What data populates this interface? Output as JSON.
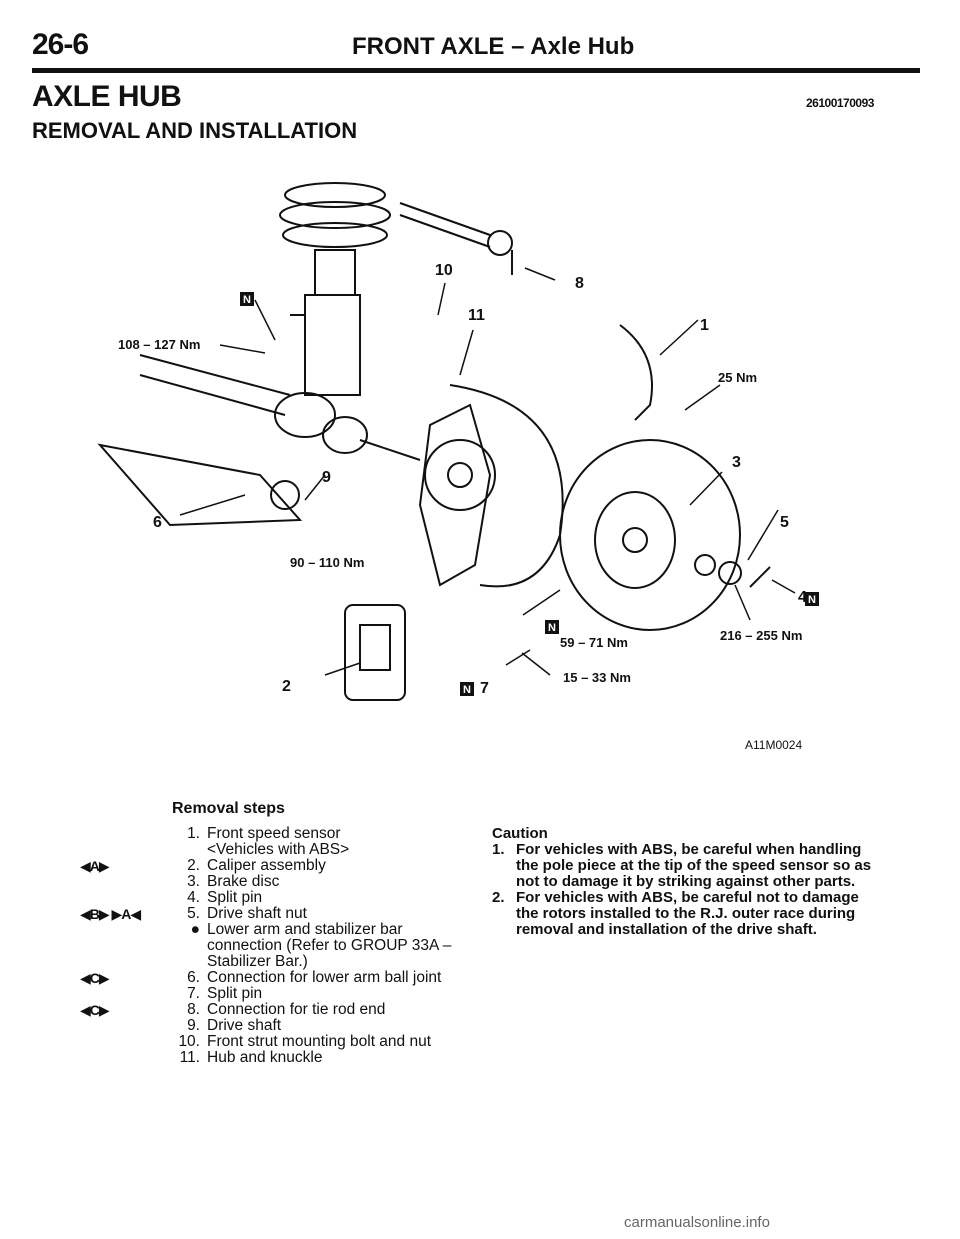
{
  "header": {
    "page_number": "26-6",
    "title": "FRONT AXLE – Axle Hub"
  },
  "section": {
    "title": "AXLE HUB",
    "subtitle": "REMOVAL AND INSTALLATION",
    "doc_code": "26100170093"
  },
  "figure": {
    "code": "A11M0024",
    "callouts": {
      "c1": "1",
      "c2": "2",
      "c3": "3",
      "c4": "4",
      "c5": "5",
      "c6": "6",
      "c7": "7",
      "c8": "8",
      "c9": "9",
      "c10": "10",
      "c11": "11"
    },
    "torques": {
      "t1": "108 – 127 Nm",
      "t2": "90 – 110 Nm",
      "t3": "25 Nm",
      "t4": "59 – 71 Nm",
      "t5": "15 – 33 Nm",
      "t6": "216 – 255 Nm"
    },
    "new_part_mark": "N"
  },
  "removal": {
    "heading": "Removal steps",
    "steps": [
      {
        "marker": "",
        "num": "1.",
        "text": "Front speed sensor"
      },
      {
        "marker": "",
        "num": "",
        "text": "<Vehicles with ABS>"
      },
      {
        "marker": "◀A▶",
        "num": "2.",
        "text": "Caliper assembly"
      },
      {
        "marker": "",
        "num": "3.",
        "text": "Brake disc"
      },
      {
        "marker": "",
        "num": "4.",
        "text": "Split pin"
      },
      {
        "marker": "◀B▶ ▶A◀",
        "num": "5.",
        "text": "Drive shaft nut"
      },
      {
        "marker": "",
        "num": "●",
        "text": "Lower arm and stabilizer bar"
      },
      {
        "marker": "",
        "num": "",
        "text": "connection (Refer to GROUP 33A –"
      },
      {
        "marker": "",
        "num": "",
        "text": "Stabilizer Bar.)"
      },
      {
        "marker": "◀C▶",
        "num": "6.",
        "text": "Connection for lower arm ball joint"
      },
      {
        "marker": "",
        "num": "7.",
        "text": "Split pin"
      },
      {
        "marker": "◀C▶",
        "num": "8.",
        "text": "Connection for tie rod end"
      },
      {
        "marker": "",
        "num": "9.",
        "text": "Drive shaft"
      },
      {
        "marker": "",
        "num": "10.",
        "text": "Front strut mounting bolt and nut"
      },
      {
        "marker": "",
        "num": "11.",
        "text": "Hub and knuckle"
      }
    ]
  },
  "caution": {
    "heading": "Caution",
    "items": [
      {
        "num": "1.",
        "text": "For vehicles with ABS, be careful when handling the pole piece at the tip of the speed sensor so as not to damage it by striking against other parts."
      },
      {
        "num": "2.",
        "text": "For vehicles with ABS, be careful not to damage the rotors installed to the R.J. outer race during removal and installation of the drive shaft."
      }
    ]
  },
  "watermark": "carmanualsonline.info",
  "colors": {
    "ink": "#111111",
    "paper": "#ffffff"
  }
}
